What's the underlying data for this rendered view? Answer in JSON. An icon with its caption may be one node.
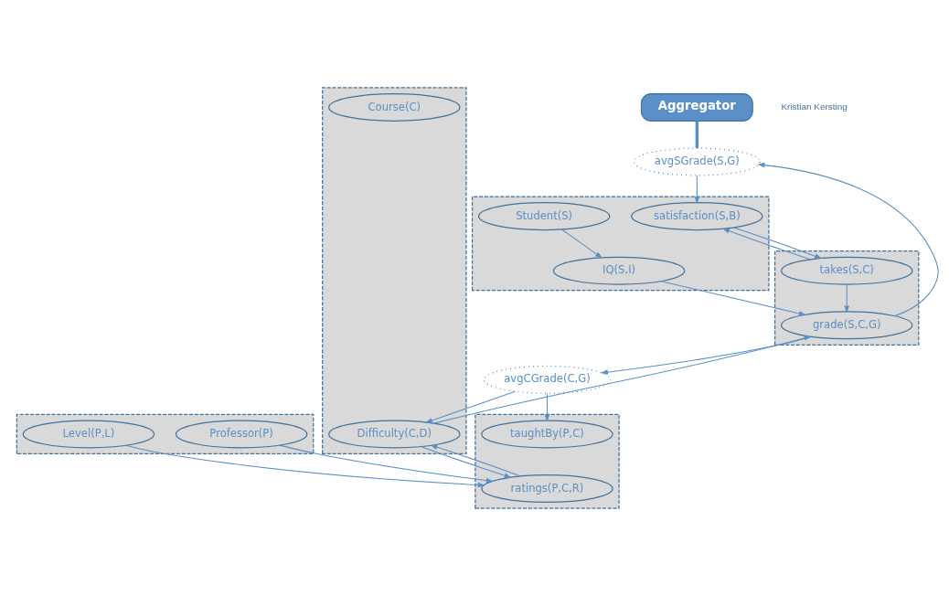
{
  "diagram": {
    "nodes": [
      {
        "text": [],
        "shape": "box"
      },
      {
        "text": [
          "Professor(P)"
        ],
        "in": 0
      },
      {
        "text": [
          "Level(P,L)"
        ],
        "in": 0
      },
      {
        "text": [
          "Aggregator"
        ]
      },
      {
        "text": [
          "avgSGrade(S,G)"
        ]
      },
      {
        "text": [],
        "shape": "box"
      },
      {
        "text": [
          "Student(S)"
        ],
        "in": 5
      },
      {
        "text": [
          "IQ(S,I)"
        ],
        "in": 5
      },
      {
        "text": [
          "satisfaction(S,B)"
        ],
        "in": 5
      },
      {
        "text": [],
        "shape": "box"
      },
      {
        "text": [
          "taughtBy(P,C)"
        ],
        "in": 9
      },
      {
        "text": [
          "ratings(P,C,R)"
        ],
        "in": 9
      },
      {
        "text": [
          "avgCGrade(C,G)"
        ]
      },
      {
        "text": [],
        "shape": "box"
      },
      {
        "text": [
          "takes(S,C)"
        ],
        "in": 13
      },
      {
        "text": [
          "grade(S,C,G)"
        ],
        "in": 13
      },
      {
        "text": [],
        "shape": "box"
      },
      {
        "text": [
          "Course(C)"
        ],
        "in": 16
      },
      {
        "text": [
          "Difficulty(C,D)"
        ],
        "in": 16
      }
    ],
    "edges": [
      {
        "from": 3,
        "to": 4,
        "arrow": "none",
        "style": "thick"
      },
      {
        "from": 1,
        "to": 11,
        "arrow": "to"
      },
      {
        "from": 2,
        "to": 11,
        "arrow": "to"
      },
      {
        "from": 6,
        "to": 7,
        "arrow": "to"
      },
      {
        "from": 4,
        "to": 8,
        "arrow": "to"
      },
      {
        "from": 7,
        "to": 15,
        "arrow": "to"
      },
      {
        "from": 12,
        "to": 10,
        "arrow": "to"
      },
      {
        "from": 8,
        "to": 14,
        "arrow": "to"
      },
      {
        "from": 14,
        "to": 8,
        "arrow": "to"
      },
      {
        "from": 14,
        "to": 15,
        "arrow": "to"
      },
      {
        "from": 15,
        "to": 4,
        "arrow": "to"
      },
      {
        "from": 15,
        "to": 12,
        "arrow": "to"
      },
      {
        "from": 12,
        "to": 18,
        "arrow": "to"
      },
      {
        "from": 18,
        "to": 15,
        "arrow": "to"
      },
      {
        "from": 18,
        "to": 11,
        "arrow": "to"
      },
      {
        "from": 11,
        "to": 18,
        "arrow": "to"
      }
    ],
    "labels": [
      "Kristian Kersting"
    ]
  }
}
